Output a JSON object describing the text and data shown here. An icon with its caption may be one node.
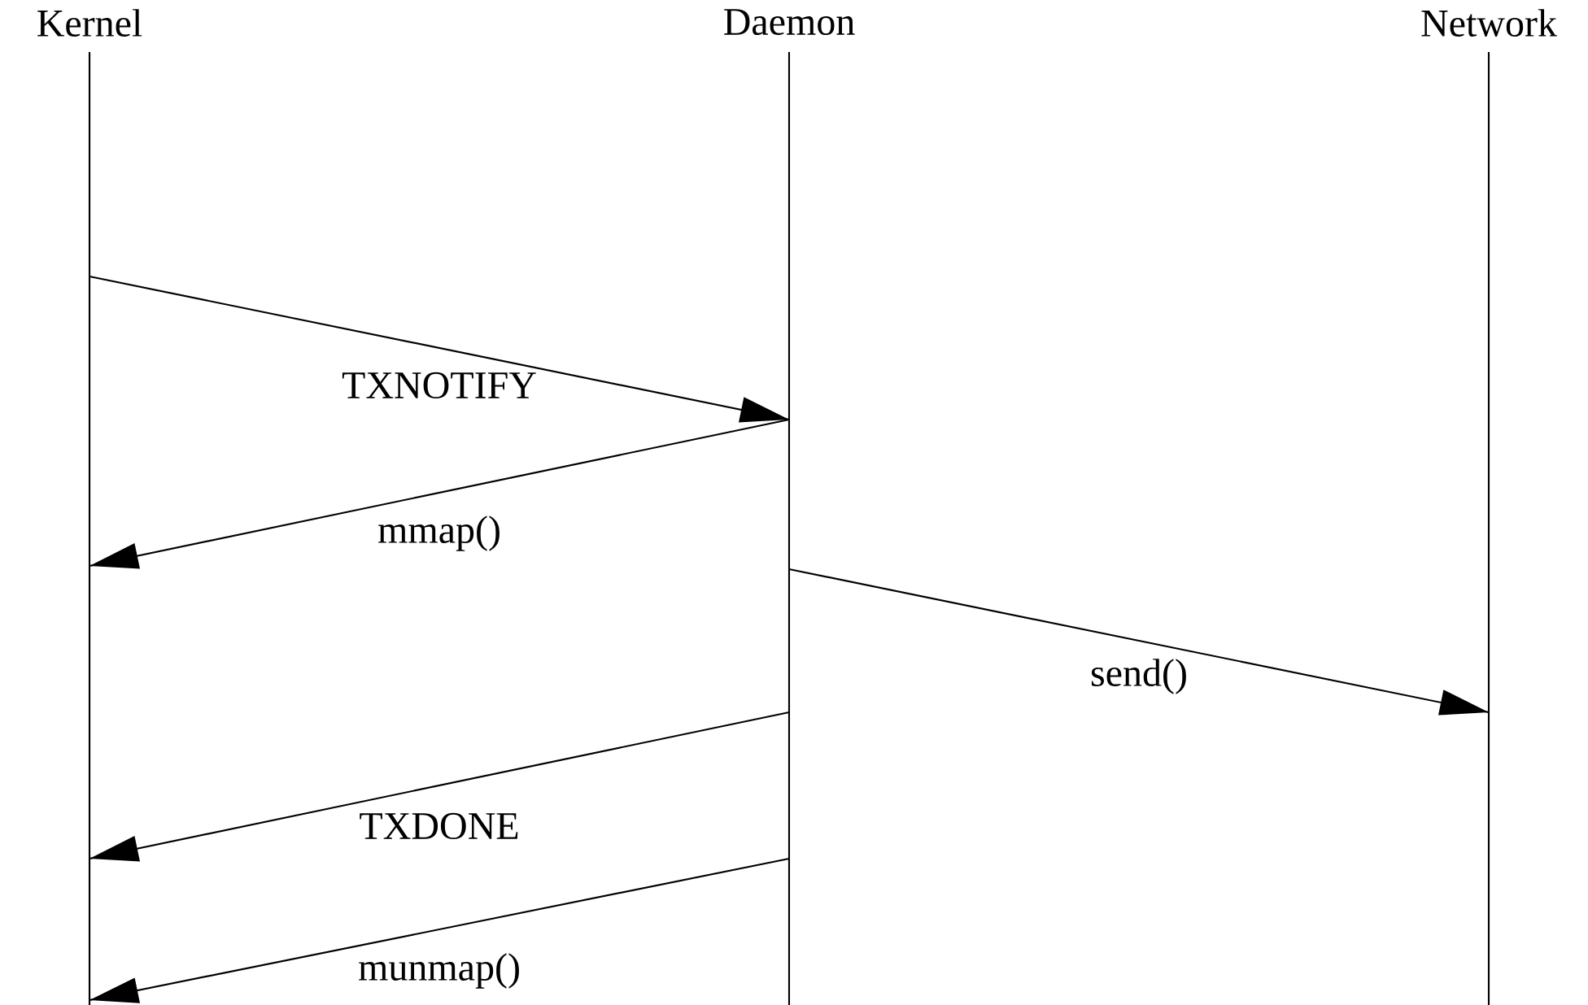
{
  "diagram": {
    "nodes": [
      {
        "text": [
          "Kernel"
        ]
      },
      {
        "text": [
          "Daemon"
        ]
      },
      {
        "text": [
          "Network"
        ]
      }
    ],
    "edges": [
      {
        "from": 0,
        "to": 1,
        "arrow": "to",
        "label": "TXNOTIFY"
      },
      {
        "from": 1,
        "to": 0,
        "arrow": "to",
        "label": "mmap()"
      },
      {
        "from": 1,
        "to": 2,
        "arrow": "to",
        "label": "send()"
      },
      {
        "from": 1,
        "to": 0,
        "arrow": "to",
        "label": "TXDONE"
      },
      {
        "from": 1,
        "to": 0,
        "arrow": "to",
        "label": "munmap()"
      }
    ]
  }
}
